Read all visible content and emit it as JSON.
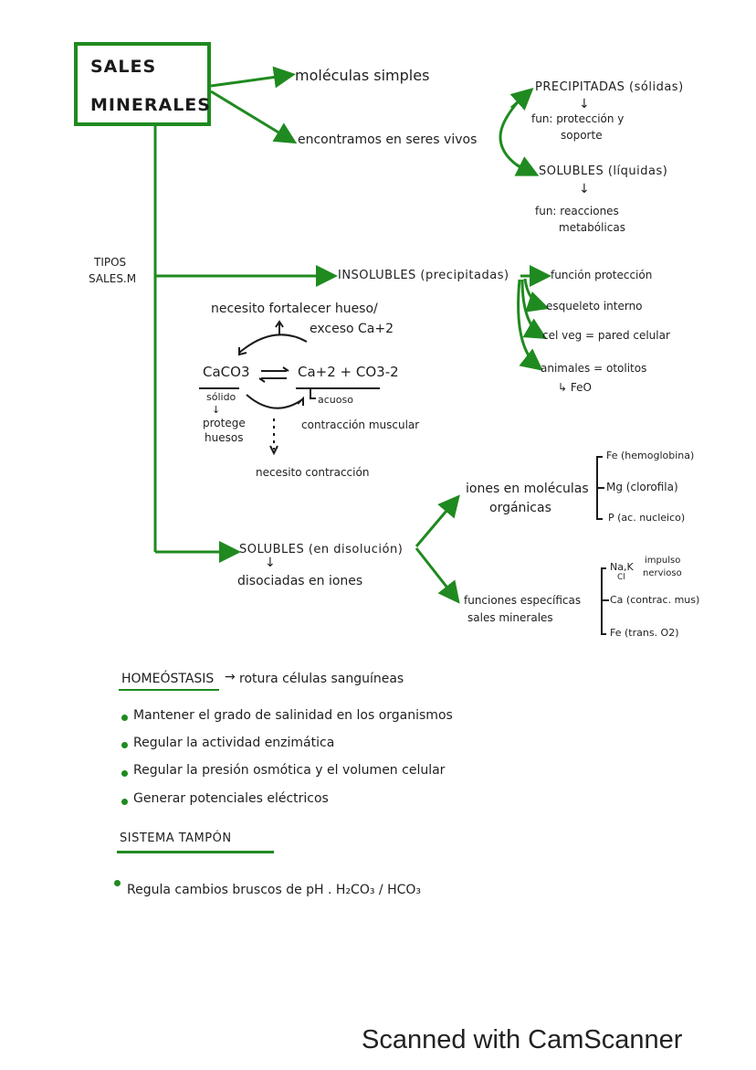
{
  "title": {
    "line1": "SALES",
    "line2": "MINERALES"
  },
  "top": {
    "simple": "moléculas simples",
    "found": "encontramos en seres vivos",
    "precip": "PRECIPITADAS (sólidas)",
    "precip_arrow": "↓",
    "precip_fun1": "fun: protección y",
    "precip_fun2": "soporte",
    "soluble": "SOLUBLES (líquidas)",
    "soluble_arrow": "↓",
    "soluble_fun1": "fun: reacciones",
    "soluble_fun2": "metabólicas"
  },
  "tipos": {
    "line1": "TIPOS",
    "line2": "SALES.M"
  },
  "insolubles": {
    "label": "INSOLUBLES (precipitadas)",
    "items": [
      "función protección",
      "esqueleto interno",
      "cel veg = pared celular",
      "animales = otolitos"
    ],
    "feo": "↳ FeO"
  },
  "equilibrium": {
    "need_line1": "necesito fortalecer hueso/",
    "need_line2": "exceso Ca+2",
    "caco3": "CaCO3",
    "ca": "Ca+2 + CO3-2",
    "solid": "sólido",
    "solid_arrow": "↓",
    "protege1": "protege",
    "protege2": "huesos",
    "acuoso": "acuoso",
    "contraccion": "contracción muscular",
    "need_contraction": "necesito contracción"
  },
  "solubles": {
    "label": "SOLUBLES (en disolución)",
    "arrow": "↓",
    "dissociated": "disociadas en iones",
    "ions_line1": "iones en moléculas",
    "ions_line2": "orgánicas",
    "organic": [
      "Fe (hemoglobina)",
      "Mg (clorofila)",
      "P (ac. nucleico)"
    ],
    "func_line1": "funciones específicas",
    "func_line2": "sales minerales",
    "specific": [
      {
        "ions": "Na,K",
        "sub": "Cl",
        "note1": "impulso",
        "note2": "nervioso"
      },
      {
        "ions": "Ca (contrac. mus)"
      },
      {
        "ions": "Fe (trans. O2)"
      }
    ]
  },
  "homeostasis": {
    "title": "HOMEÓSTASIS",
    "arrow": "→",
    "note": "rotura células sanguíneas",
    "bullets": [
      "Mantener el grado de salinidad en los organismos",
      "Regular la actividad enzimática",
      "Regular la presión osmótica y el volumen celular",
      "Generar potenciales eléctricos"
    ]
  },
  "tampon": {
    "title": "SISTEMA TAMPÓN",
    "bullet": "Regula cambios bruscos de pH . H₂CO₃ / HCO₃"
  },
  "watermark": "Scanned with CamScanner",
  "colors": {
    "accent": "#1f8a1f",
    "ink": "#1b1b1b"
  }
}
